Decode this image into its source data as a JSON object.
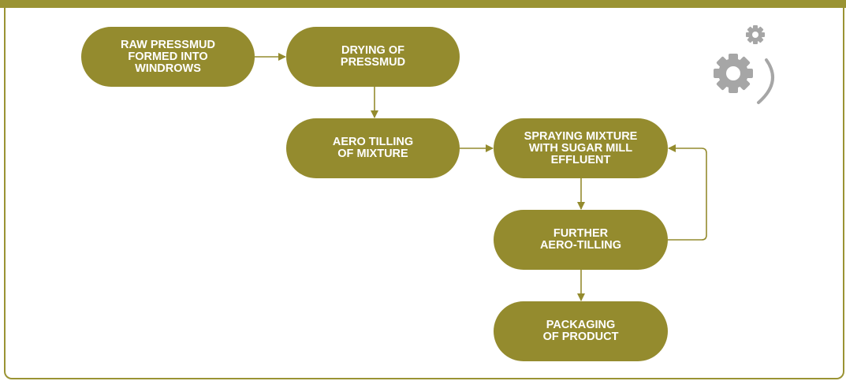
{
  "diagram": {
    "nodes": [
      {
        "id": "n1",
        "lines": [
          "RAW PRESSMUD",
          "FORMED INTO",
          "WINDROWS"
        ]
      },
      {
        "id": "n2",
        "lines": [
          "DRYING OF",
          "PRESSMUD"
        ]
      },
      {
        "id": "n3",
        "lines": [
          "AERO TILLING",
          "OF MIXTURE"
        ]
      },
      {
        "id": "n4",
        "lines": [
          "SPRAYING MIXTURE",
          "WITH SUGAR MILL",
          "EFFLUENT"
        ]
      },
      {
        "id": "n5",
        "lines": [
          "FURTHER",
          "AERO-TILLING"
        ]
      },
      {
        "id": "n6",
        "lines": [
          "PACKAGING",
          "OF PRODUCT"
        ]
      }
    ],
    "edges": [
      {
        "from": "n1",
        "to": "n2"
      },
      {
        "from": "n2",
        "to": "n3"
      },
      {
        "from": "n3",
        "to": "n4"
      },
      {
        "from": "n4",
        "to": "n5"
      },
      {
        "from": "n5",
        "to": "n4"
      },
      {
        "from": "n5",
        "to": "n6"
      }
    ]
  },
  "icons": {
    "corner": "gears-icon"
  },
  "colors": {
    "accent": "#948b2e",
    "frame": "#9a9333",
    "connector": "#948b2e",
    "gear": "#a6a6a6",
    "node_text": "#ffffff"
  }
}
